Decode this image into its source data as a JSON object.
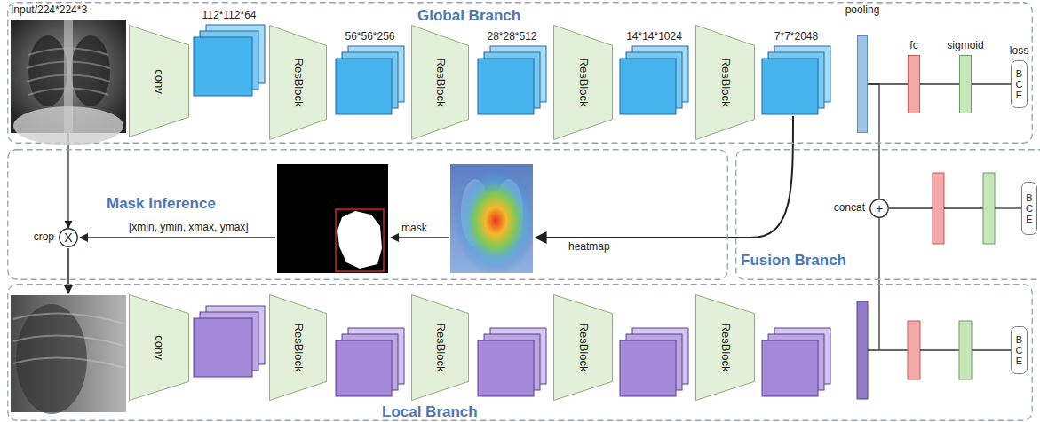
{
  "diagram": {
    "nodes": [
      {
        "text": [
          "Global Branch"
        ]
      },
      {
        "text": [
          "Input/224*224*3"
        ],
        "in": 0
      },
      {
        "text": [
          "conv"
        ],
        "in": 0
      },
      {
        "text": [
          "112*112*64"
        ],
        "in": 0
      },
      {
        "text": [
          "ResBlock"
        ],
        "in": 0
      },
      {
        "text": [
          "56*56*256"
        ],
        "in": 0
      },
      {
        "text": [
          "ResBlock"
        ],
        "in": 0
      },
      {
        "text": [
          "28*28*512"
        ],
        "in": 0
      },
      {
        "text": [
          "ResBlock"
        ],
        "in": 0
      },
      {
        "text": [
          "14*14*1024"
        ],
        "in": 0
      },
      {
        "text": [
          "ResBlock"
        ],
        "in": 0
      },
      {
        "text": [
          "7*7*2048"
        ],
        "in": 0
      },
      {
        "text": [
          "pooling"
        ],
        "in": 0
      },
      {
        "text": [
          "fc"
        ],
        "in": 0
      },
      {
        "text": [
          "sigmoid"
        ],
        "in": 0
      },
      {
        "text": [
          "loss",
          "BCE"
        ],
        "in": 0
      },
      {
        "text": [
          "Mask Inference"
        ]
      },
      {
        "text": [
          "crop",
          "X"
        ],
        "in": 16
      },
      {
        "text": [
          "Fusion Branch"
        ]
      },
      {
        "text": [
          "concat",
          "+"
        ],
        "in": 18
      },
      {
        "text": [
          "BCE"
        ],
        "in": 18
      },
      {
        "text": [
          "Local Branch"
        ]
      },
      {
        "text": [
          "conv"
        ],
        "in": 21
      },
      {
        "text": [
          "ResBlock"
        ],
        "in": 21
      },
      {
        "text": [
          "ResBlock"
        ],
        "in": 21
      },
      {
        "text": [
          "ResBlock"
        ],
        "in": 21
      },
      {
        "text": [
          "ResBlock"
        ],
        "in": 21
      },
      {
        "text": [
          "BCE"
        ],
        "in": 21
      }
    ],
    "edges": [
      {
        "from": 1,
        "to": 17,
        "arrow": "to"
      },
      {
        "from": 12,
        "to": 13,
        "arrow": "none"
      },
      {
        "from": 13,
        "to": 14,
        "arrow": "none"
      },
      {
        "from": 14,
        "to": 15,
        "arrow": "none"
      },
      {
        "from": 12,
        "to": 19,
        "arrow": "none"
      }
    ],
    "labels": [
      "heatmap",
      "mask",
      "[xmin, ymin, xmax, ymax]"
    ]
  }
}
